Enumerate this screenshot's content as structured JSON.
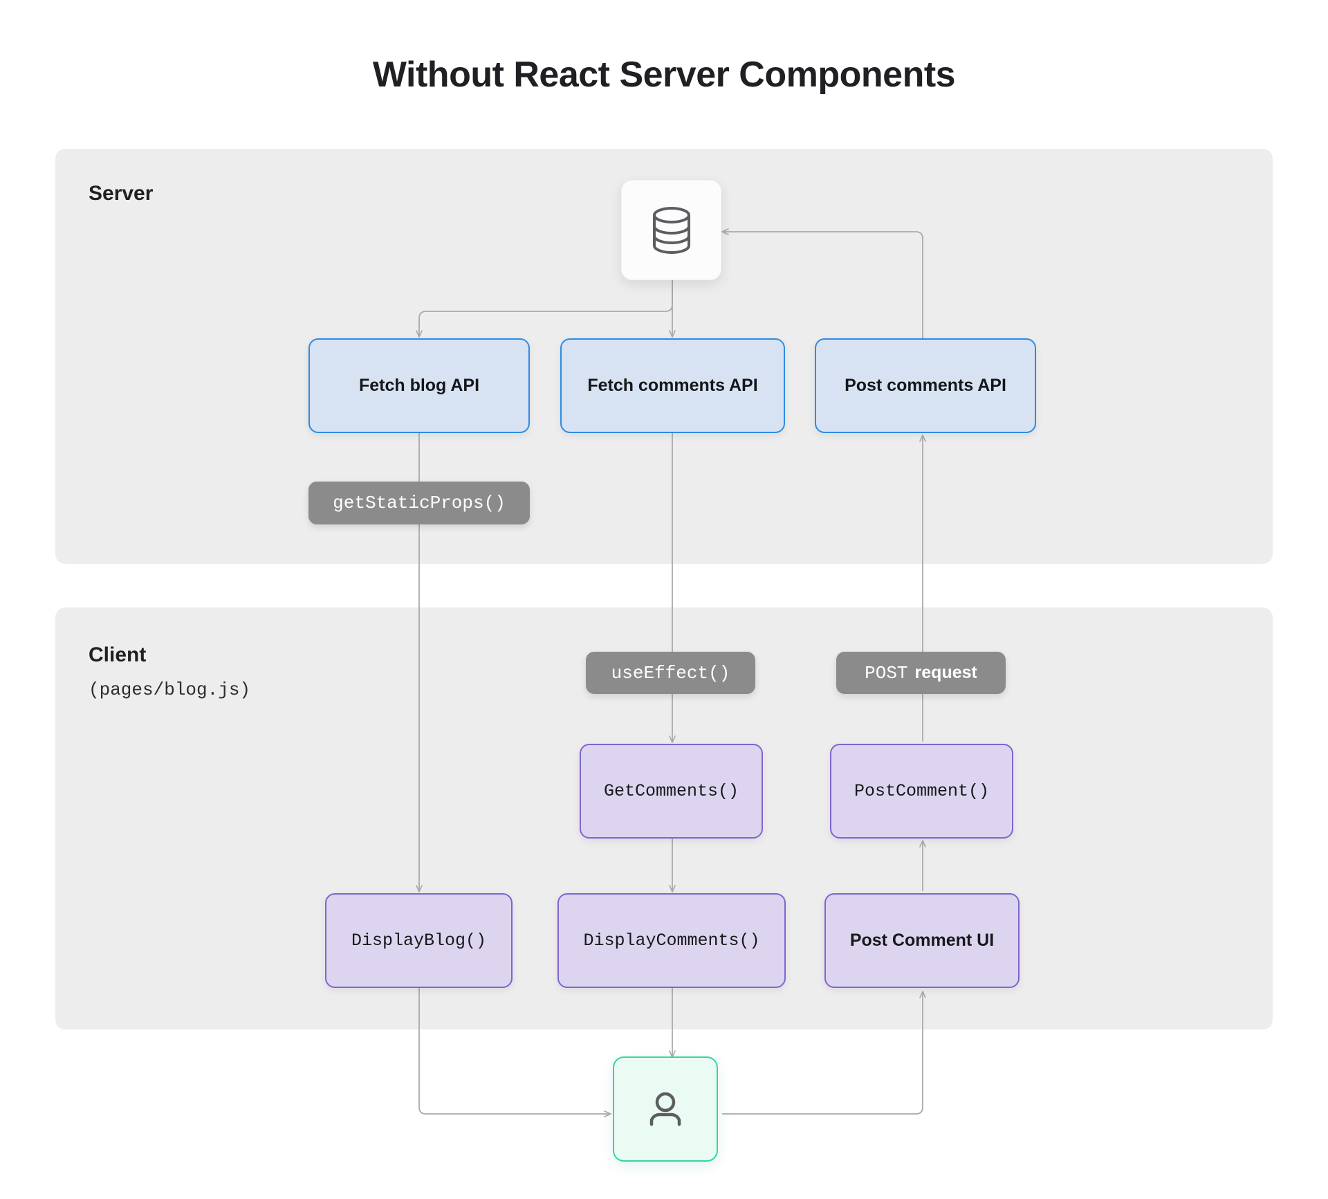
{
  "title": "Without React Server Components",
  "panels": {
    "server": {
      "label": "Server"
    },
    "client": {
      "label": "Client",
      "file": "(pages/blog.js)"
    }
  },
  "icons": {
    "database": "database-icon",
    "user": "user-icon"
  },
  "nodes": {
    "api": [
      {
        "id": "fetch-blog-api",
        "label": "Fetch blog API"
      },
      {
        "id": "fetch-comments-api",
        "label": "Fetch  comments API"
      },
      {
        "id": "post-comments-api",
        "label": "Post comments API"
      }
    ],
    "pills": [
      {
        "id": "get-static-props",
        "label": "getStaticProps()"
      },
      {
        "id": "use-effect",
        "label": "useEffect()"
      },
      {
        "id": "post-request",
        "label": "POST",
        "label_bold": "request"
      }
    ],
    "components": [
      {
        "id": "get-comments",
        "label": "GetComments()"
      },
      {
        "id": "post-comment",
        "label": "PostComment()"
      },
      {
        "id": "display-blog",
        "label": "DisplayBlog()"
      },
      {
        "id": "display-comments",
        "label": "DisplayComments()"
      },
      {
        "id": "post-comment-ui",
        "label": "Post Comment UI"
      }
    ]
  },
  "colors": {
    "api_fill": "#d7e3f2",
    "api_border": "#2f8be0",
    "component_fill": "#ddd5ef",
    "component_border": "#8065cd",
    "pill_fill": "#8b8b8b",
    "panel_fill": "#ededed",
    "user_border": "#33d6a0",
    "wire": "#a9a9a9"
  }
}
